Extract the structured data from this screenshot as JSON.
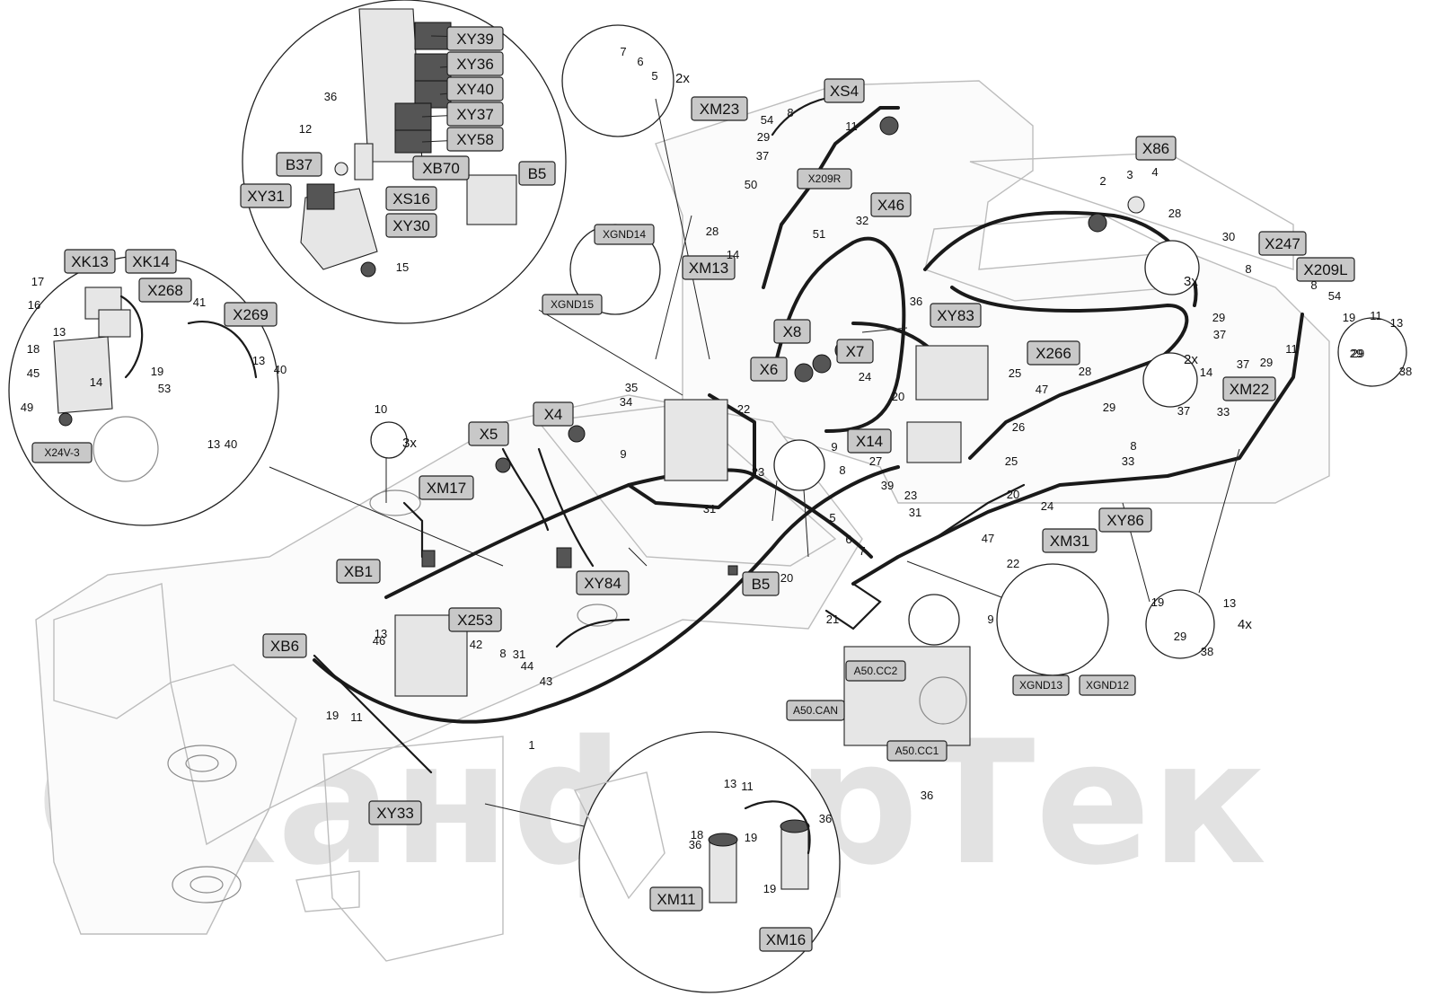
{
  "watermark": {
    "text": "СканфорТек",
    "color": "#e2e2e2"
  },
  "colors": {
    "tag_fill": "#c8c8c8",
    "harness": "#1a1a1a",
    "frame": "#bdbdbd"
  },
  "tags": [
    {
      "id": "XY39",
      "label": "XY39"
    },
    {
      "id": "XY36",
      "label": "XY36"
    },
    {
      "id": "XY40",
      "label": "XY40"
    },
    {
      "id": "XY37",
      "label": "XY37"
    },
    {
      "id": "XY58",
      "label": "XY58"
    },
    {
      "id": "XB70",
      "label": "XB70"
    },
    {
      "id": "B37",
      "label": "B37"
    },
    {
      "id": "B5a",
      "label": "B5"
    },
    {
      "id": "XY31",
      "label": "XY31"
    },
    {
      "id": "XS16",
      "label": "XS16"
    },
    {
      "id": "XY30",
      "label": "XY30"
    },
    {
      "id": "XK13",
      "label": "XK13"
    },
    {
      "id": "XK14",
      "label": "XK14"
    },
    {
      "id": "X268",
      "label": "X268"
    },
    {
      "id": "X269",
      "label": "X269"
    },
    {
      "id": "X24V3",
      "label": "X24V-3"
    },
    {
      "id": "XM23",
      "label": "XM23"
    },
    {
      "id": "XS4",
      "label": "XS4"
    },
    {
      "id": "X209R",
      "label": "X209R"
    },
    {
      "id": "X46",
      "label": "X46"
    },
    {
      "id": "X86",
      "label": "X86"
    },
    {
      "id": "XM13",
      "label": "XM13"
    },
    {
      "id": "XGND14",
      "label": "XGND14"
    },
    {
      "id": "XGND15",
      "label": "XGND15"
    },
    {
      "id": "X247",
      "label": "X247"
    },
    {
      "id": "X209L",
      "label": "X209L"
    },
    {
      "id": "XY83",
      "label": "XY83"
    },
    {
      "id": "X8",
      "label": "X8"
    },
    {
      "id": "X7",
      "label": "X7"
    },
    {
      "id": "X6",
      "label": "X6"
    },
    {
      "id": "X266",
      "label": "X266"
    },
    {
      "id": "XM22",
      "label": "XM22"
    },
    {
      "id": "X4",
      "label": "X4"
    },
    {
      "id": "X5",
      "label": "X5"
    },
    {
      "id": "X14",
      "label": "X14"
    },
    {
      "id": "XM17",
      "label": "XM17"
    },
    {
      "id": "XY84",
      "label": "XY84"
    },
    {
      "id": "B5b",
      "label": "B5"
    },
    {
      "id": "XB1",
      "label": "XB1"
    },
    {
      "id": "X253",
      "label": "X253"
    },
    {
      "id": "XB6",
      "label": "XB6"
    },
    {
      "id": "XM31",
      "label": "XM31"
    },
    {
      "id": "XY86",
      "label": "XY86"
    },
    {
      "id": "A50CC2",
      "label": "A50.CC2"
    },
    {
      "id": "A50CAN",
      "label": "A50.CAN"
    },
    {
      "id": "A50CC1",
      "label": "A50.CC1"
    },
    {
      "id": "XGND13",
      "label": "XGND13"
    },
    {
      "id": "XGND12",
      "label": "XGND12"
    },
    {
      "id": "XY33",
      "label": "XY33"
    },
    {
      "id": "XM11",
      "label": "XM11"
    },
    {
      "id": "XM16",
      "label": "XM16"
    }
  ],
  "callouts": [
    "36",
    "12",
    "15",
    "17",
    "16",
    "13",
    "18",
    "45",
    "14",
    "19",
    "53",
    "41",
    "40",
    "49",
    "7",
    "6",
    "5",
    "8",
    "54",
    "29",
    "37",
    "50",
    "28",
    "51",
    "32",
    "11",
    "2",
    "3",
    "4",
    "30",
    "36b",
    "24",
    "20",
    "25",
    "47",
    "26",
    "22",
    "23",
    "9",
    "27",
    "39",
    "31",
    "35",
    "34",
    "10",
    "21",
    "42",
    "44",
    "43",
    "46",
    "1",
    "33",
    "38",
    "13b",
    "36c",
    "18b",
    "19b",
    "11b"
  ],
  "callout_values": {
    "36": "36",
    "12": "12",
    "15": "15",
    "17": "17",
    "16": "16",
    "13": "13",
    "18": "18",
    "45": "45",
    "14": "14",
    "19": "19",
    "53": "53",
    "41": "41",
    "40": "40",
    "49": "49",
    "7": "7",
    "6": "6",
    "5": "5",
    "8": "8",
    "54": "54",
    "29": "29",
    "37": "37",
    "50": "50",
    "28": "28",
    "51": "51",
    "32": "32",
    "11": "11",
    "2": "2",
    "3": "3",
    "4": "4",
    "30": "30",
    "24": "24",
    "20": "20",
    "25": "25",
    "47": "47",
    "26": "26",
    "22": "22",
    "23": "23",
    "9": "9",
    "27": "27",
    "39": "39",
    "31": "31",
    "35": "35",
    "34": "34",
    "10": "10",
    "21": "21",
    "42": "42",
    "44": "44",
    "43": "43",
    "46": "46",
    "1": "1",
    "33": "33",
    "38": "38"
  },
  "multipliers": {
    "m2x_top": "2x",
    "m3x_left": "3x",
    "m3x_right": "3x",
    "m2x_right": "2x",
    "m4x": "4x"
  }
}
